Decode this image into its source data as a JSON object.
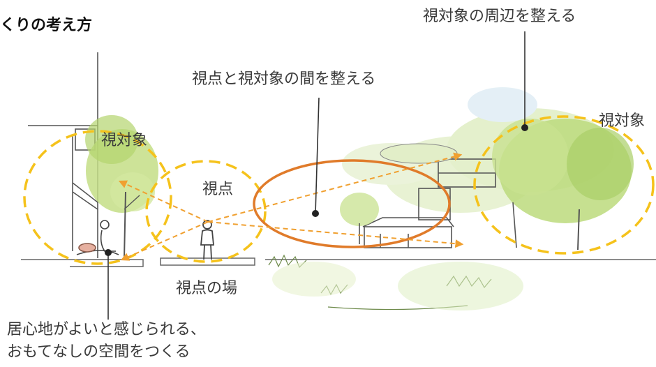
{
  "title": "くりの考え方",
  "labels": {
    "surroundings": "視対象の周辺を整える",
    "between": "視点と視対象の間を整える",
    "view_object_right": "視対象",
    "view_object_left": "視対象",
    "viewpoint": "視点",
    "viewpoint_place": "視点の場"
  },
  "caption": {
    "line1": "居心地がよいと感じられる、",
    "line2": "おもてなしの空間をつくる"
  },
  "colors": {
    "dashed_circle": "#f5c21b",
    "between_ellipse": "#e07b2a",
    "sight_line": "#f0a030",
    "leader_line": "#333333",
    "foliage": "#b7d77a",
    "text": "#3a3a3a"
  }
}
